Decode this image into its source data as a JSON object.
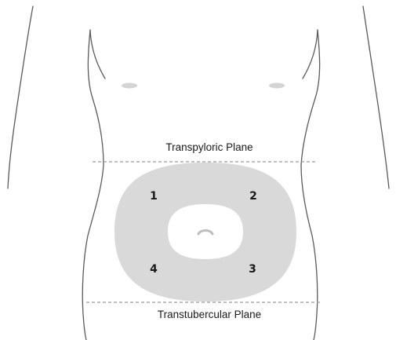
{
  "planes": {
    "upper_label": "Transpyloric Plane",
    "lower_label": "Transtubercular Plane"
  },
  "quadrants": {
    "q1": "1",
    "q2": "2",
    "q3": "3",
    "q4": "4"
  },
  "colors": {
    "outline": "#5a5a5a",
    "region_fill": "#d9d9d9",
    "dashed_line": "#9a9a9a",
    "text": "#1a1a1a",
    "background": "#ffffff"
  }
}
